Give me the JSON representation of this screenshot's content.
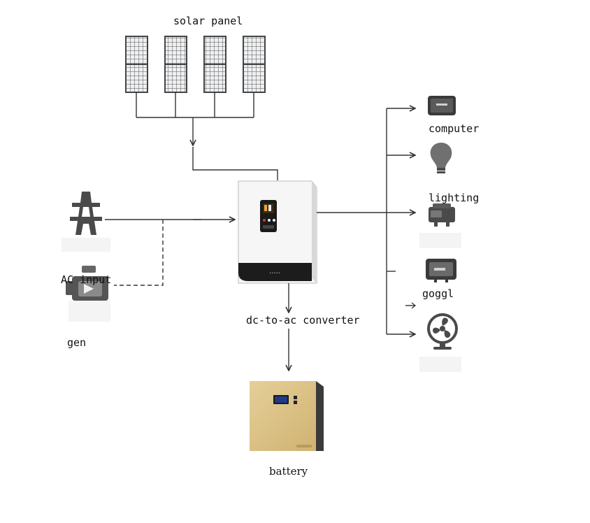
{
  "labels": {
    "solar_panel": "solar panel",
    "ac_input": "AC input",
    "gen": "gen",
    "converter": "dc-to-ac converter",
    "battery": "battery",
    "computer": "computer",
    "lighting": "lighting",
    "goggle": "goggl"
  },
  "icons": {
    "solar_panels": "solar-panel-icon",
    "pylon": "power-pylon-icon",
    "generator": "generator-icon",
    "inverter": "inverter-icon",
    "battery": "battery-icon",
    "computer": "computer-icon",
    "lighting": "light-bulb-icon",
    "projector": "projector-icon",
    "tv": "tv-icon",
    "fan": "fan-icon"
  },
  "colors": {
    "line": "#333333",
    "panel_fill": "#eef0f2",
    "panel_grid": "#555555",
    "inverter_body": "#f6f6f6",
    "inverter_base": "#1c1c1c",
    "battery_fill": "#d9bf83",
    "battery_dark": "#3a3a3a",
    "screen_blue": "#1f3a8a"
  }
}
